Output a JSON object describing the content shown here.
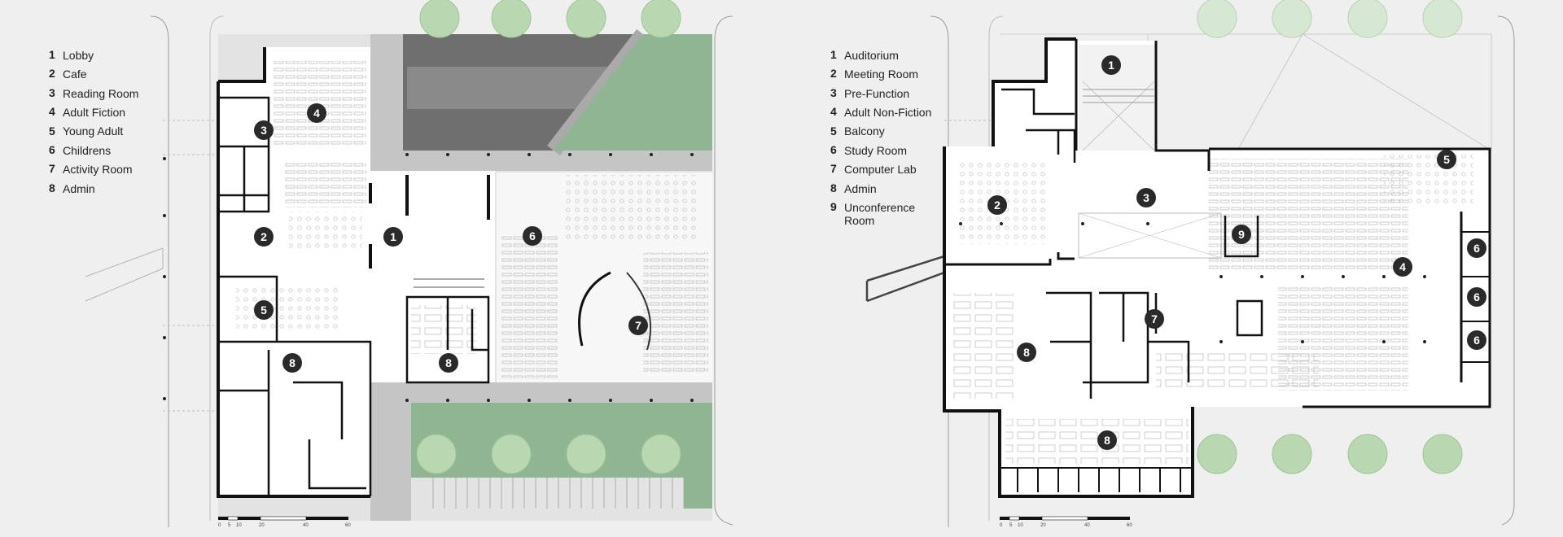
{
  "ground_floor": {
    "legend": [
      {
        "num": "1",
        "label": "Lobby"
      },
      {
        "num": "2",
        "label": "Cafe"
      },
      {
        "num": "3",
        "label": "Reading Room"
      },
      {
        "num": "4",
        "label": "Adult Fiction"
      },
      {
        "num": "5",
        "label": "Young Adult"
      },
      {
        "num": "6",
        "label": "Childrens"
      },
      {
        "num": "7",
        "label": "Activity Room"
      },
      {
        "num": "8",
        "label": "Admin"
      }
    ],
    "markers": [
      "4",
      "3",
      "2",
      "1",
      "6",
      "5",
      "7",
      "8",
      "8"
    ],
    "scale": [
      "0",
      "5",
      "10",
      "20",
      "40",
      "60"
    ]
  },
  "second_floor": {
    "legend": [
      {
        "num": "1",
        "label": "Auditorium"
      },
      {
        "num": "2",
        "label": "Meeting Room"
      },
      {
        "num": "3",
        "label": "Pre-Function"
      },
      {
        "num": "4",
        "label": "Adult Non-Fiction"
      },
      {
        "num": "5",
        "label": "Balcony"
      },
      {
        "num": "6",
        "label": "Study Room"
      },
      {
        "num": "7",
        "label": "Computer Lab"
      },
      {
        "num": "8",
        "label": "Admin"
      },
      {
        "num": "9",
        "label": "Unconference Room"
      }
    ],
    "markers": [
      "1",
      "2",
      "3",
      "9",
      "5",
      "4",
      "6",
      "6",
      "6",
      "7",
      "8",
      "8"
    ],
    "scale": [
      "0",
      "5",
      "10",
      "20",
      "40",
      "60"
    ]
  },
  "colors": {
    "background": "#efefef",
    "wall": "#111111",
    "lawn": "#8fb593",
    "tree": "#b9d8b2",
    "paving": "#c5c5c5",
    "parking": "#6f6f6f",
    "badge": "#2a2a2a"
  }
}
